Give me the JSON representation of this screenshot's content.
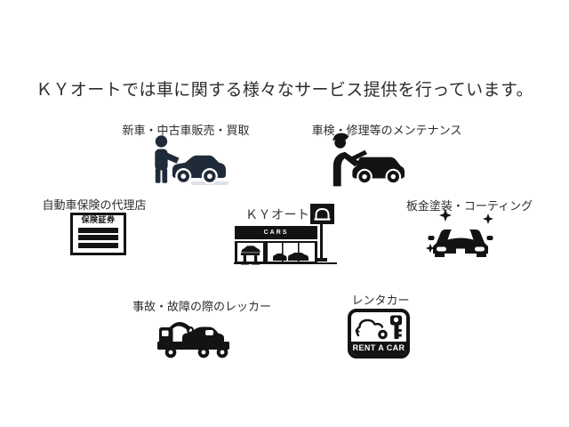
{
  "heading": "ＫＹオートでは車に関する様々なサービス提供を行っています。",
  "center": {
    "title": "ＫＹオート",
    "building_sign_text": "CARS"
  },
  "services": {
    "sales": {
      "label": "新車・中古車販売・買取"
    },
    "maintenance": {
      "label": "車検・修理等のメンテナンス"
    },
    "insurance": {
      "label": "自動車保険の代理店",
      "document_title": "保険証券"
    },
    "coating": {
      "label": "板金塗装・コーティング"
    },
    "tow": {
      "label": "事故・故障の際のレッカー"
    },
    "rental": {
      "label": "レンタカー",
      "sign_text": "RENT A CAR"
    }
  },
  "colors": {
    "background": "#ffffff",
    "text": "#2c2c2c",
    "icon_black": "#131313",
    "icon_navy": "#202b39"
  }
}
